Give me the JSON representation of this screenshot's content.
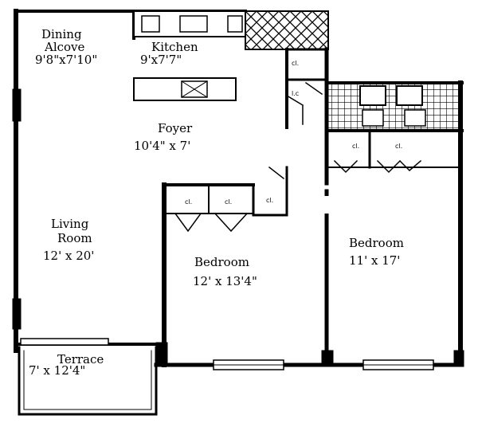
{
  "plan": {
    "rooms": {
      "dining": {
        "name": "Dining",
        "name2": "Alcove",
        "dim": "9'8\"x7'10\""
      },
      "kitchen": {
        "name": "Kitchen",
        "dim": "9'x7'7\""
      },
      "foyer": {
        "name": "Foyer",
        "dim": "10'4\" x 7'"
      },
      "living": {
        "name": "Living",
        "name2": "Room",
        "dim": "12' x 20'"
      },
      "bedroom1": {
        "name": "Bedroom",
        "dim": "12' x 13'4\""
      },
      "bedroom2": {
        "name": "Bedroom",
        "dim": "11' x 17'"
      },
      "terrace": {
        "name": "Terrace",
        "dim": "7' x 12'4\""
      }
    },
    "closets": {
      "cl": "cl.",
      "lc": "l.c"
    },
    "colors": {
      "wall": "#000000",
      "background": "#ffffff"
    }
  }
}
